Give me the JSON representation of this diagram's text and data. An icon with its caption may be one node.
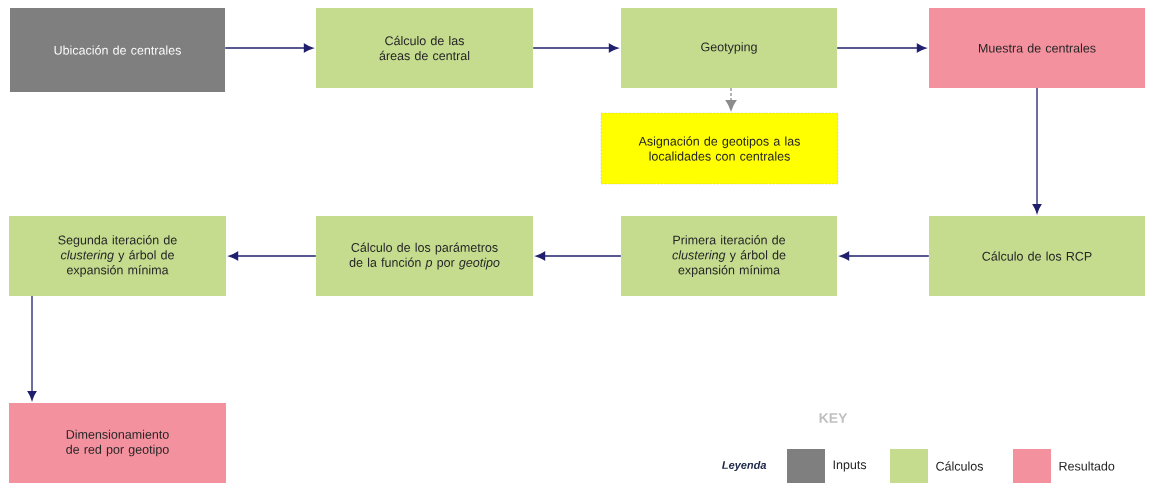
{
  "diagram": {
    "nodes": [
      {
        "text": [
          "Ubicación de centrales"
        ]
      },
      {
        "text": [
          "Cálculo de las áreas de central"
        ]
      },
      {
        "text": [
          "Geotyping"
        ]
      },
      {
        "text": [
          "Muestra de centrales"
        ]
      },
      {
        "text": [
          "Asignación de geotipos a las localidades con centrales"
        ]
      },
      {
        "text": [
          "Cálculo de los RCP"
        ]
      },
      {
        "text": [
          "Primera iteración de *clustering* y árbol de expansión mínima"
        ]
      },
      {
        "text": [
          "Cálculo de los parámetros de la función *p* por *geotipo*"
        ]
      },
      {
        "text": [
          "Segunda iteración de *clustering* y árbol de expansión mínima"
        ]
      },
      {
        "text": [
          "Dimensionamiento de red por geotipo"
        ]
      }
    ],
    "edges": [
      {
        "from": 0,
        "to": 1,
        "arrow": "to"
      },
      {
        "from": 1,
        "to": 2,
        "arrow": "to"
      },
      {
        "from": 2,
        "to": 3,
        "arrow": "to"
      },
      {
        "from": 2,
        "to": 4,
        "arrow": "to",
        "style": "dashed",
        "color": "#8c8c8c"
      },
      {
        "from": 3,
        "to": 5,
        "arrow": "to"
      },
      {
        "from": 5,
        "to": 6,
        "arrow": "to"
      },
      {
        "from": 6,
        "to": 7,
        "arrow": "to"
      },
      {
        "from": 7,
        "to": 8,
        "arrow": "to"
      },
      {
        "from": 8,
        "to": 9,
        "arrow": "to"
      }
    ],
    "labels": [
      "KEY",
      "Leyenda"
    ],
    "legend": [
      {
        "text": "Inputs",
        "color": "#7f7f7f"
      },
      {
        "text": "Cálculos",
        "color": "#c5dc8f"
      },
      {
        "text": "Resultado",
        "color": "#f4919e"
      }
    ]
  }
}
